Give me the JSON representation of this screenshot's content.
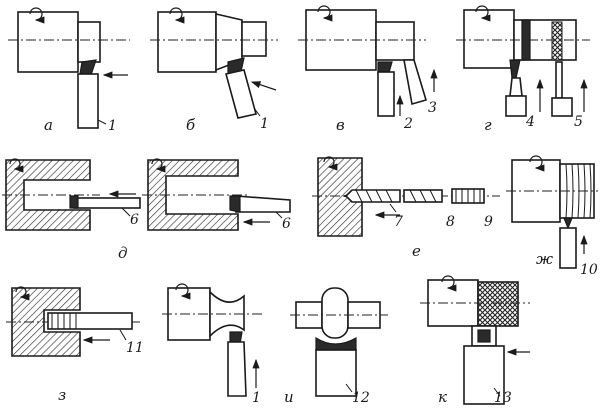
{
  "panels": {
    "a": {
      "label": "а",
      "tools": [
        "1"
      ]
    },
    "b": {
      "label": "б",
      "tools": [
        "1"
      ]
    },
    "v": {
      "label": "в",
      "tools": [
        "2",
        "3"
      ]
    },
    "g": {
      "label": "г",
      "tools": [
        "4",
        "5"
      ]
    },
    "d": {
      "label": "д",
      "tools": [
        "6",
        "6"
      ]
    },
    "e": {
      "label": "е",
      "tools": [
        "7",
        "8",
        "9"
      ]
    },
    "zh": {
      "label": "ж",
      "tools": [
        "10"
      ]
    },
    "z": {
      "label": "з",
      "tools": [
        "11"
      ]
    },
    "i": {
      "label": "и",
      "tools": [
        "1",
        "12"
      ]
    },
    "k": {
      "label": "к",
      "tools": [
        "13"
      ]
    }
  }
}
